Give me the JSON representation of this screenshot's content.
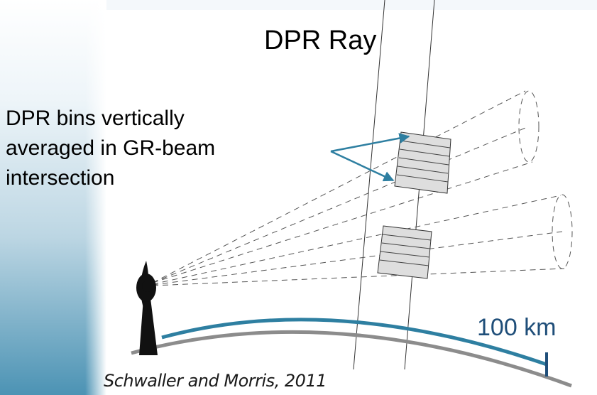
{
  "diagram": {
    "ray_label": "DPR Ray",
    "bins_label_lines": [
      "DPR bins vertically",
      "averaged in GR-beam",
      "intersection"
    ],
    "scale_label": "100 km",
    "citation": "Schwaller and Morris, 2011"
  },
  "icons": {
    "radar": "radar-dish-icon"
  },
  "colors": {
    "accent_blue": "#2e7fa1",
    "scale_blue": "#1f4e79",
    "ground": "#8c8c8c",
    "bin_fill": "#dedede",
    "sidebar_gradient_top": "#ffffff",
    "sidebar_gradient_bottom": "#4c93b4"
  }
}
